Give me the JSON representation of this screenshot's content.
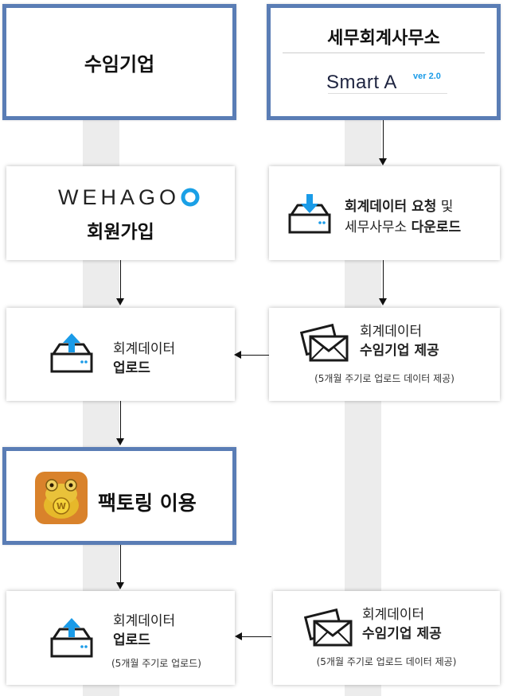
{
  "company": {
    "title": "수임기업"
  },
  "office": {
    "title": "세무회계사무소",
    "logo_text": "Smart A",
    "logo_version": "ver 2.0"
  },
  "wehago": {
    "logo_text": "WEHAGO",
    "label": "회원가입"
  },
  "request": {
    "line1_bold": "회계데이터 요청",
    "line1_rest": " 및",
    "line2_normal": "세무사무소 ",
    "line2_bold": "다운로드"
  },
  "upload1": {
    "line1": "회계데이터",
    "line2": "업로드"
  },
  "provide1": {
    "line1": "회계데이터",
    "line2": "수임기업 제공",
    "note": "(5개월 주기로 업로드 데이터 제공)"
  },
  "factoring": {
    "label": "팩토링 이용"
  },
  "upload2": {
    "line1": "회계데이터",
    "line2": "업로드",
    "note": "(5개월 주기로 업로드)"
  },
  "provide2": {
    "line1": "회계데이터",
    "line2": "수임기업 제공",
    "note": "(5개월 주기로 업로드 데이터 제공)"
  },
  "colors": {
    "frame_blue": "#5a7db5",
    "accent_blue": "#1a9be8",
    "track_gray": "#ececec",
    "wehago_ring": "#1aa0e6"
  },
  "icons": {
    "upload": "tray-upload-icon",
    "download": "tray-download-icon",
    "mail": "envelope-icon",
    "mascot": "toad-coin-icon"
  }
}
